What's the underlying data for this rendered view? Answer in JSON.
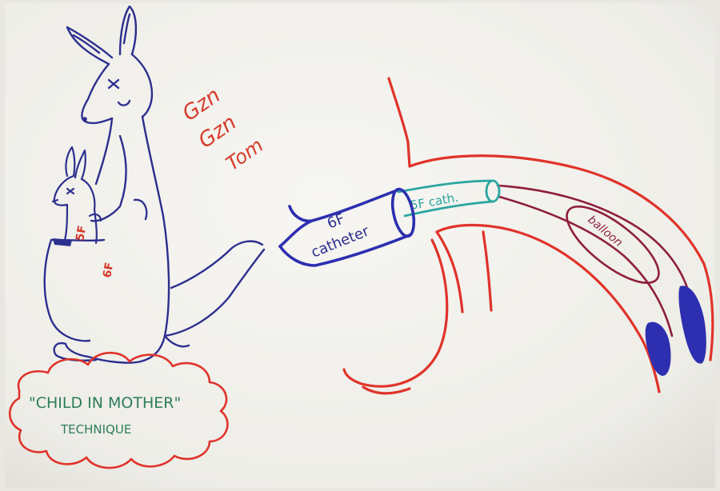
{
  "colors": {
    "paper": "#f3f2ee",
    "kangaroo_ink": "#2d2f8f",
    "vessel_red": "#e0332a",
    "catheter_5f_teal": "#2aa6a0",
    "balloon_maroon": "#8e1f3a",
    "label_green": "#2e7d5b"
  },
  "labels": {
    "caption_line1": "\"CHILD IN MOTHER\"",
    "caption_line2": "TECHNIQUE",
    "label_6f_catheter_line1": "6F",
    "label_6f_catheter_line2": "catheter",
    "label_5f_cath": "5F cath.",
    "label_balloon": "balloon",
    "label_5f_joey": "5F",
    "label_6f_pouch": "6F"
  },
  "scribble": {
    "line1": "Gzn",
    "line2": "Gzn",
    "line3": "Tom"
  }
}
